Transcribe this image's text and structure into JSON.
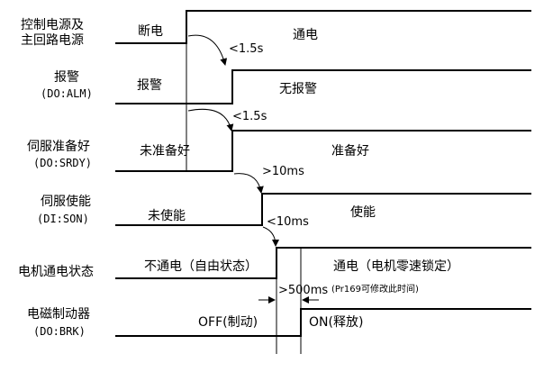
{
  "signals": {
    "power": {
      "name_line1": "控制电源及",
      "name_line2": "主回路电源",
      "state_low": "断电",
      "state_high": "通电"
    },
    "alarm": {
      "name": "报警",
      "code": "(DO:ALM)",
      "state_high": "报警",
      "state_low": "无报警"
    },
    "ready": {
      "name": "伺服准备好",
      "code": "(DO:SRDY)",
      "state_low": "未准备好",
      "state_high": "准备好"
    },
    "enable": {
      "name": "伺服使能",
      "code": "(DI:SON)",
      "state_low": "未使能",
      "state_high": "使能"
    },
    "motor": {
      "name": "电机通电状态",
      "state_low": "不通电（自由状态）",
      "state_high": "通电（电机零速锁定）"
    },
    "brake": {
      "name": "电磁制动器",
      "code": "(DO:BRK)",
      "state_low": "OFF(制动)",
      "state_high": "ON(释放)"
    }
  },
  "timing": {
    "delay_alarm": "<1.5s",
    "delay_ready": "<1.5s",
    "delay_enable": ">10ms",
    "delay_motor": "<10ms",
    "delay_brake": ">500ms",
    "brake_note": "(Pr169可修改此时间)"
  }
}
